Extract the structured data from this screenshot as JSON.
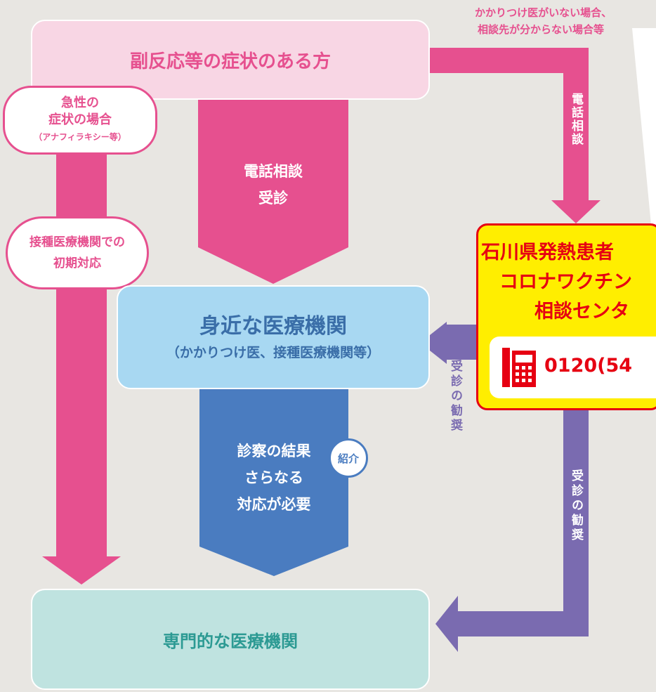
{
  "top_note": [
    "かかりつけ医がいない場合、",
    "相談先が分からない場合等"
  ],
  "symptom_box": "副反応等の症状のある方",
  "acute_bubble": {
    "line1": "急性の",
    "line2": "症状の場合",
    "sub": "（アナフィラキシー等）"
  },
  "initial_bubble": {
    "line1": "接種医療機関での",
    "line2": "初期対応"
  },
  "phone_consult_arrow": {
    "line1": "電話相談",
    "line2": "受診"
  },
  "phone_consult_vertical": "電話相談",
  "nearby_box": {
    "title": "身近な医療機関",
    "sub": "（かかりつけ医、接種医療機関等）"
  },
  "exam_arrow": {
    "line1": "診察の結果",
    "line2": "さらなる",
    "line3": "対応が必要"
  },
  "referral_badge": "紹介",
  "recommend_1": "受診の勧奨",
  "recommend_2": "受診の勧奨",
  "center_box": {
    "line1": "石川県発熱患者",
    "line2": "コロナワクチン",
    "line3": "相談センタ",
    "phone": "0120(54"
  },
  "specialist_box": "専門的な医療機関",
  "colors": {
    "pink": "#e6508f",
    "light_pink": "#f8d6e4",
    "light_blue": "#a8d8f2",
    "mid_blue": "#4a7cc0",
    "purple": "#7a6bb0",
    "teal_light": "#bfe3e0",
    "yellow": "#ffee00",
    "red": "#e60012"
  }
}
